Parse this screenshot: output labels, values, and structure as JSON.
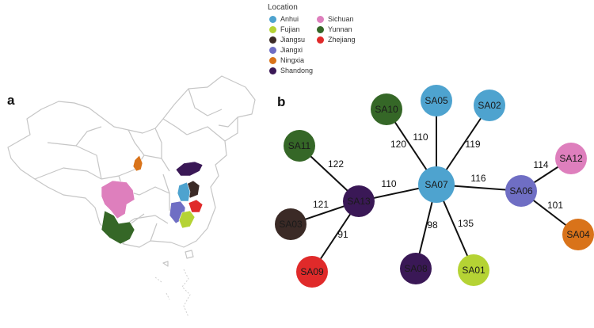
{
  "legend": {
    "title": "Location",
    "entries": [
      {
        "label": "Anhui",
        "color": "#4ea3cf"
      },
      {
        "label": "Fujian",
        "color": "#b5d334"
      },
      {
        "label": "Jiangsu",
        "color": "#3b2a26"
      },
      {
        "label": "Jiangxi",
        "color": "#6f6ec4"
      },
      {
        "label": "Ningxia",
        "color": "#d9731a"
      },
      {
        "label": "Shandong",
        "color": "#3a1856"
      },
      {
        "label": "Sichuan",
        "color": "#de7fbd"
      },
      {
        "label": "Yunnan",
        "color": "#356727"
      },
      {
        "label": "Zhejiang",
        "color": "#e02a2a"
      }
    ]
  },
  "panels": {
    "a": "a",
    "b": "b"
  },
  "network": {
    "nodes": [
      {
        "id": "SA07",
        "color": "#4ea3cf"
      },
      {
        "id": "SA05",
        "color": "#4ea3cf"
      },
      {
        "id": "SA02",
        "color": "#4ea3cf"
      },
      {
        "id": "SA10",
        "color": "#356727"
      },
      {
        "id": "SA11",
        "color": "#356727"
      },
      {
        "id": "SA13",
        "color": "#3a1856"
      },
      {
        "id": "SA03",
        "color": "#3b2a26"
      },
      {
        "id": "SA09",
        "color": "#e02a2a"
      },
      {
        "id": "SA08",
        "color": "#3a1856"
      },
      {
        "id": "SA01",
        "color": "#b5d334"
      },
      {
        "id": "SA06",
        "color": "#6f6ec4"
      },
      {
        "id": "SA12",
        "color": "#de7fbd"
      },
      {
        "id": "SA04",
        "color": "#d9731a"
      }
    ],
    "edges": [
      {
        "from": "SA07",
        "to": "SA05",
        "label": "110"
      },
      {
        "from": "SA07",
        "to": "SA10",
        "label": "120"
      },
      {
        "from": "SA07",
        "to": "SA02",
        "label": "119"
      },
      {
        "from": "SA07",
        "to": "SA13",
        "label": "110"
      },
      {
        "from": "SA07",
        "to": "SA06",
        "label": "116"
      },
      {
        "from": "SA07",
        "to": "SA08",
        "label": "98"
      },
      {
        "from": "SA07",
        "to": "SA01",
        "label": "135"
      },
      {
        "from": "SA13",
        "to": "SA11",
        "label": "122"
      },
      {
        "from": "SA13",
        "to": "SA03",
        "label": "121"
      },
      {
        "from": "SA13",
        "to": "SA09",
        "label": "91"
      },
      {
        "from": "SA06",
        "to": "SA12",
        "label": "114"
      },
      {
        "from": "SA06",
        "to": "SA04",
        "label": "101"
      }
    ]
  }
}
